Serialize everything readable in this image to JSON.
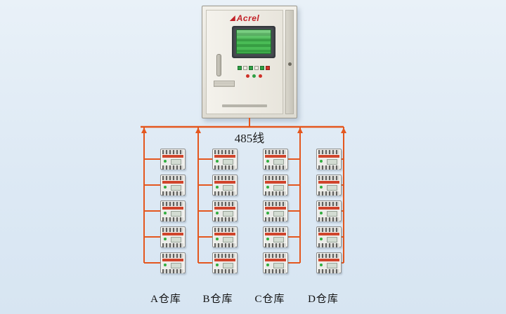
{
  "bus_label": "485线",
  "controller": {
    "brand": "Acrel"
  },
  "columns": [
    {
      "label": "A仓库",
      "devices": 5
    },
    {
      "label": "B仓库",
      "devices": 5
    },
    {
      "label": "C仓库",
      "devices": 5
    },
    {
      "label": "D仓库",
      "devices": 5
    }
  ],
  "colors": {
    "background": "#dde9f4",
    "bus": "#e4571e",
    "brand_red": "#c22127",
    "lcd_green": "#3fae4a",
    "meter_band": "#d0452c"
  }
}
